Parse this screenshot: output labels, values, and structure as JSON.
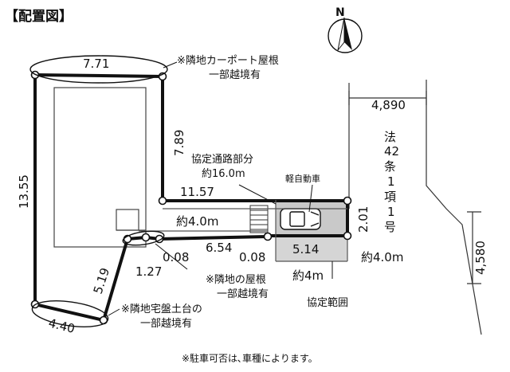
{
  "title": "【配置図】",
  "compass_label": "N",
  "dimensions": {
    "top_edge": "7.71",
    "left_edge": "13.55",
    "upper_right_edge": "7.89",
    "passage_edge": "11.57",
    "lower_edge": "6.54",
    "small_offset_a": "0.08",
    "small_offset_b": "0.08",
    "step_edge": "1.27",
    "diagonal_edge": "5.19",
    "bottom_edge": "4.40",
    "parking_height": "2.01",
    "parking_width": "5.14",
    "road_width_upper": "4,890",
    "road_width_lower": "4,580",
    "passage_width": "約4.0m",
    "right_width": "約4.0m",
    "lower_width": "約4m"
  },
  "notes": {
    "carport_1": "※隣地カーポート屋根",
    "carport_2": "一部越境有",
    "roof_1": "※隣地の屋根",
    "roof_2": "一部越境有",
    "base_1": "※隣地宅盤土台の",
    "base_2": "一部越境有",
    "agreement_1": "協定通路部分",
    "agreement_2": "約16.0m",
    "light_car": "軽自動車",
    "agreement_area": "協定範囲",
    "road_law": [
      "法",
      "42",
      "条",
      "1",
      "項",
      "1",
      "号"
    ],
    "footer": "※駐車可否は､車種によります。"
  }
}
